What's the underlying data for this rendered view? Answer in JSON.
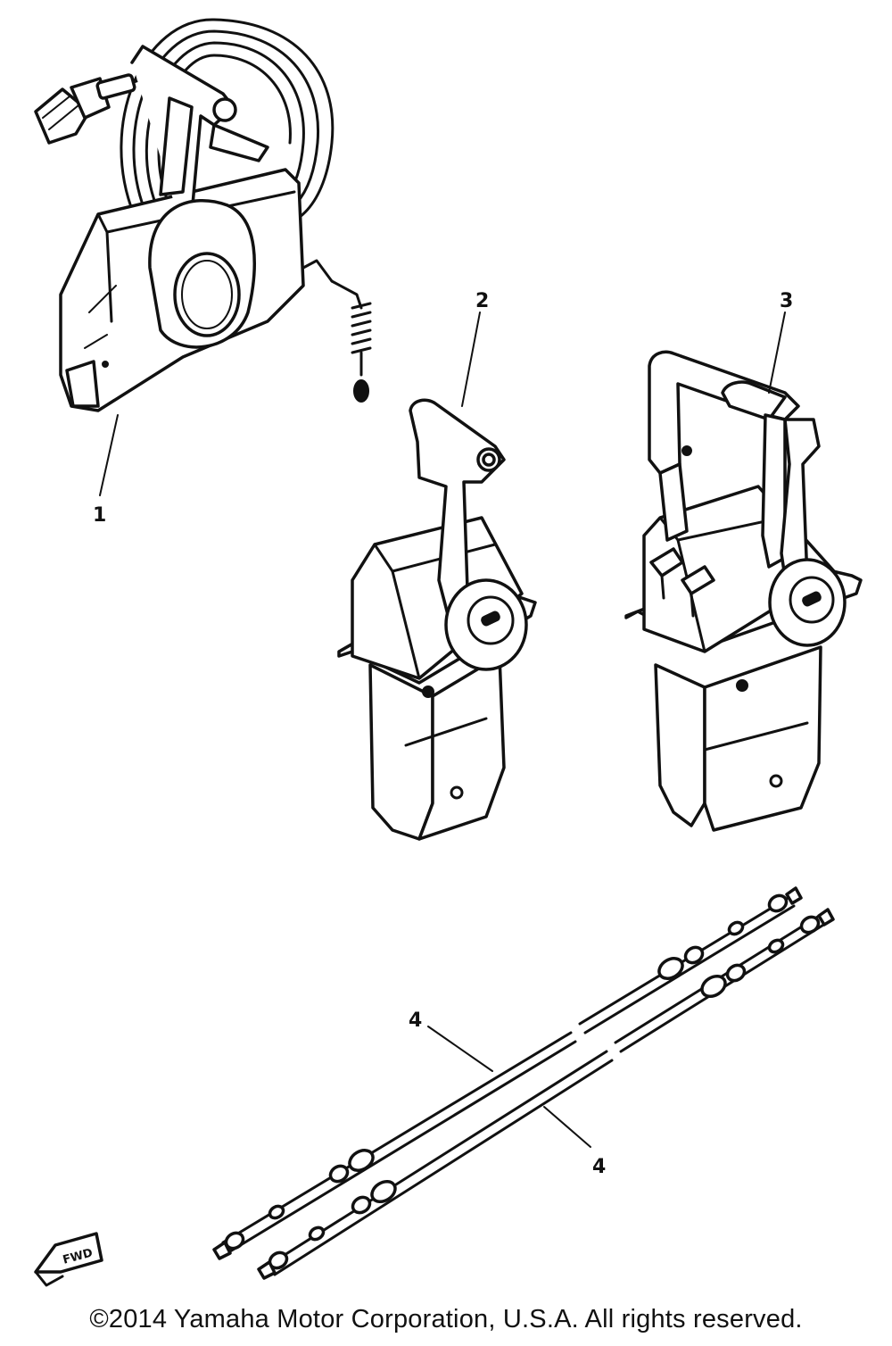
{
  "callouts": {
    "part1": "1",
    "part2": "2",
    "part3": "3",
    "part4a": "4",
    "part4b": "4"
  },
  "fwd_mark": "FWD",
  "copyright": "©2014 Yamaha Motor Corporation, U.S.A. All rights reserved.",
  "colors": {
    "ink": "#111111",
    "paper": "#ffffff"
  }
}
